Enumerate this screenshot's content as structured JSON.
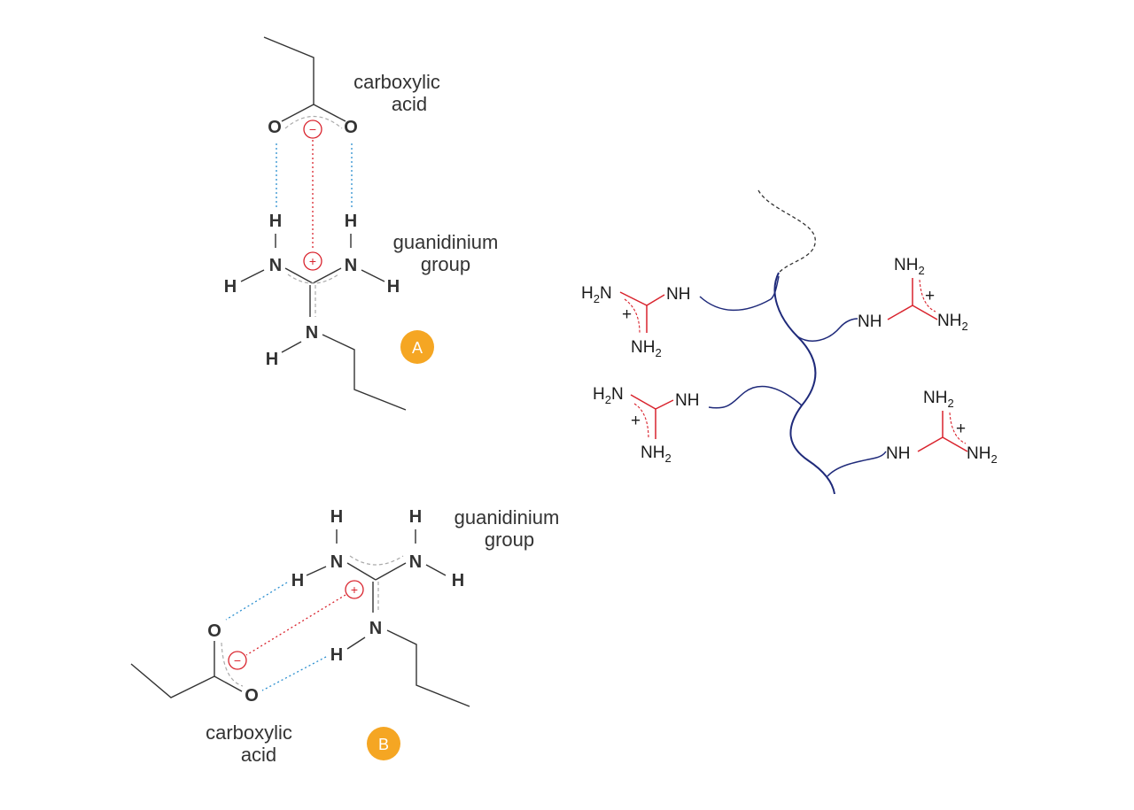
{
  "diagram_a": {
    "label_acid_line1": "carboxylic",
    "label_acid_line2": "acid",
    "label_group_line1": "guanidinium",
    "label_group_line2": "group",
    "badge": "A",
    "atoms": {
      "oxygen": "O",
      "nitrogen": "N",
      "hydrogen": "H"
    },
    "charges": {
      "negative": "−",
      "positive": "+"
    }
  },
  "diagram_b": {
    "label_acid_line1": "carboxylic",
    "label_acid_line2": "acid",
    "label_group_line1": "guanidinium",
    "label_group_line2": "group",
    "badge": "B",
    "atoms": {
      "oxygen": "O",
      "nitrogen": "N",
      "hydrogen": "H"
    },
    "charges": {
      "negative": "−",
      "positive": "+"
    }
  },
  "polymer": {
    "nh": "NH",
    "nh2": "NH",
    "h2n": "H",
    "n_after_h2": "N",
    "subscript": "2",
    "plus": "+"
  },
  "colors": {
    "badge": "#f5a623",
    "bond": "#333333",
    "ionic": "#d9232d",
    "hbond": "#2b8fcf",
    "backbone": "#1f2a7a",
    "guanidine": "#d9232d"
  }
}
